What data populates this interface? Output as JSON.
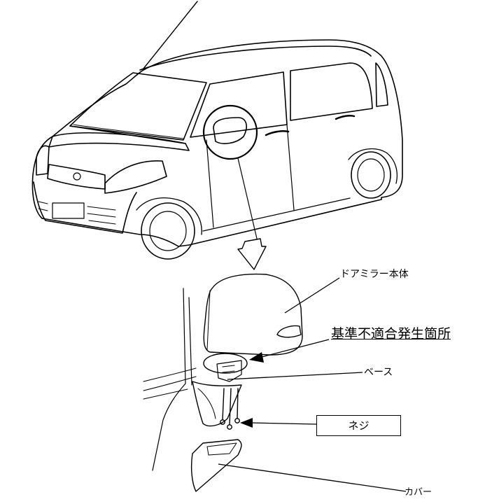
{
  "labels": {
    "mirror_body": "ドアミラー本体",
    "defect_location": "基準不適合発生箇所",
    "base": "ベース",
    "screw": "ネジ",
    "cover": "カバー"
  }
}
